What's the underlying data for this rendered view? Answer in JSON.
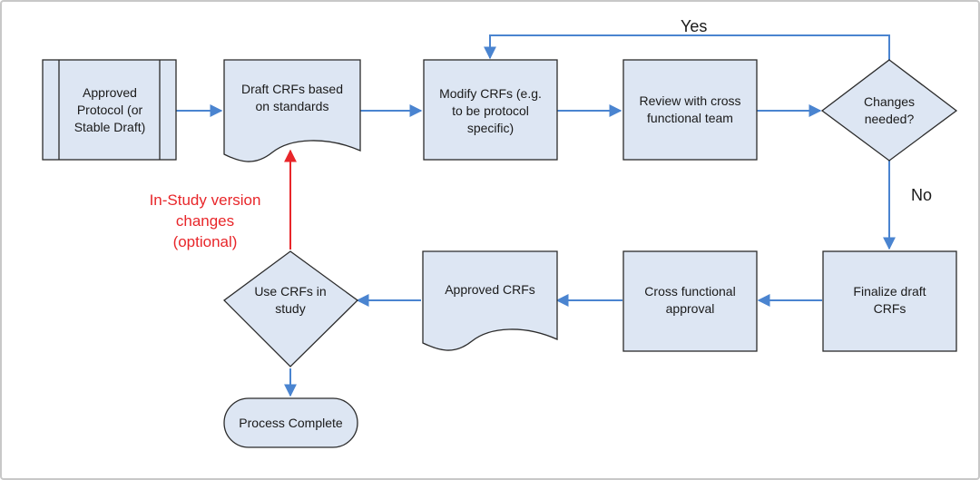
{
  "nodes": {
    "approved_protocol": "Approved\nProtocol (or\nStable Draft)",
    "draft_crfs": "Draft CRFs based\non standards",
    "modify_crfs": "Modify CRFs (e.g.\nto be protocol\nspecific)",
    "review_team": "Review with cross\nfunctional team",
    "changes_needed": "Changes\nneeded?",
    "finalize_draft": "Finalize draft\nCRFs",
    "cross_functional_approval": "Cross functional\napproval",
    "approved_crfs": "Approved CRFs",
    "use_crfs": "Use CRFs in\nstudy",
    "process_complete": "Process Complete"
  },
  "edge_labels": {
    "yes": "Yes",
    "no": "No",
    "in_study": "In-Study version\nchanges\n(optional)"
  },
  "colors": {
    "shape_fill": "#dde6f3",
    "arrow_blue": "#4a84d0",
    "arrow_red": "#e8262a",
    "frame_border": "#c8c8c8"
  }
}
